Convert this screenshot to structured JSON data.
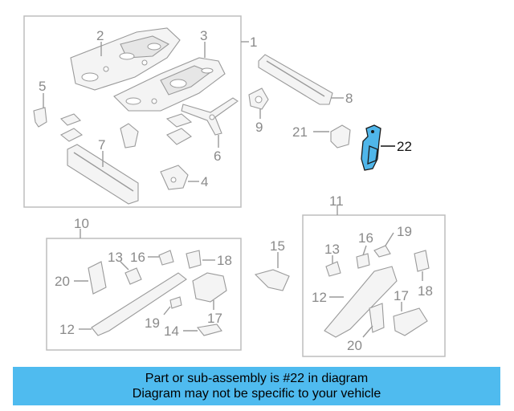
{
  "highlight_color": "#4fb6ea",
  "banner_color": "#4fbbef",
  "callouts": {
    "c1": "1",
    "c2": "2",
    "c3": "3",
    "c4": "4",
    "c5": "5",
    "c6": "6",
    "c7": "7",
    "c8": "8",
    "c9": "9",
    "c21": "21",
    "c22": "22",
    "b10": "10",
    "b10_13": "13",
    "b10_16": "16",
    "b10_18": "18",
    "b10_20": "20",
    "b10_17": "17",
    "b10_19": "19",
    "b10_12": "12",
    "b10_14": "14",
    "c15": "15",
    "b11": "11",
    "b11_13": "13",
    "b11_16": "16",
    "b11_19": "19",
    "b11_18": "18",
    "b11_12": "12",
    "b11_17": "17",
    "b11_20": "20"
  },
  "banner": {
    "line1": "Part or sub-assembly is #22 in diagram",
    "line2": "Diagram may not be specific to your vehicle"
  }
}
